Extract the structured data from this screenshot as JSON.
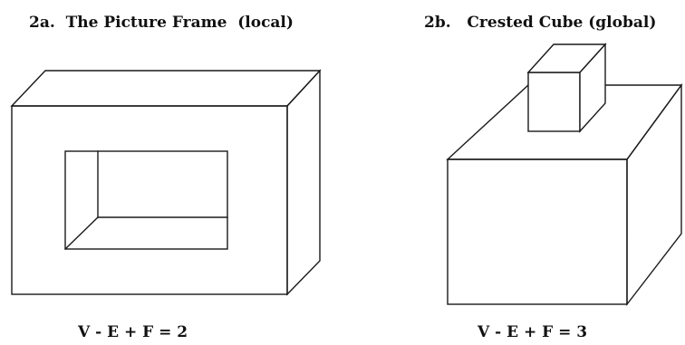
{
  "panels": [
    {
      "title": "2a.  The Picture Frame  (local)",
      "formula": "V - E + F = 2"
    },
    {
      "title": "2b.   Crested Cube (global)",
      "formula": "V - E + F = 3"
    }
  ]
}
